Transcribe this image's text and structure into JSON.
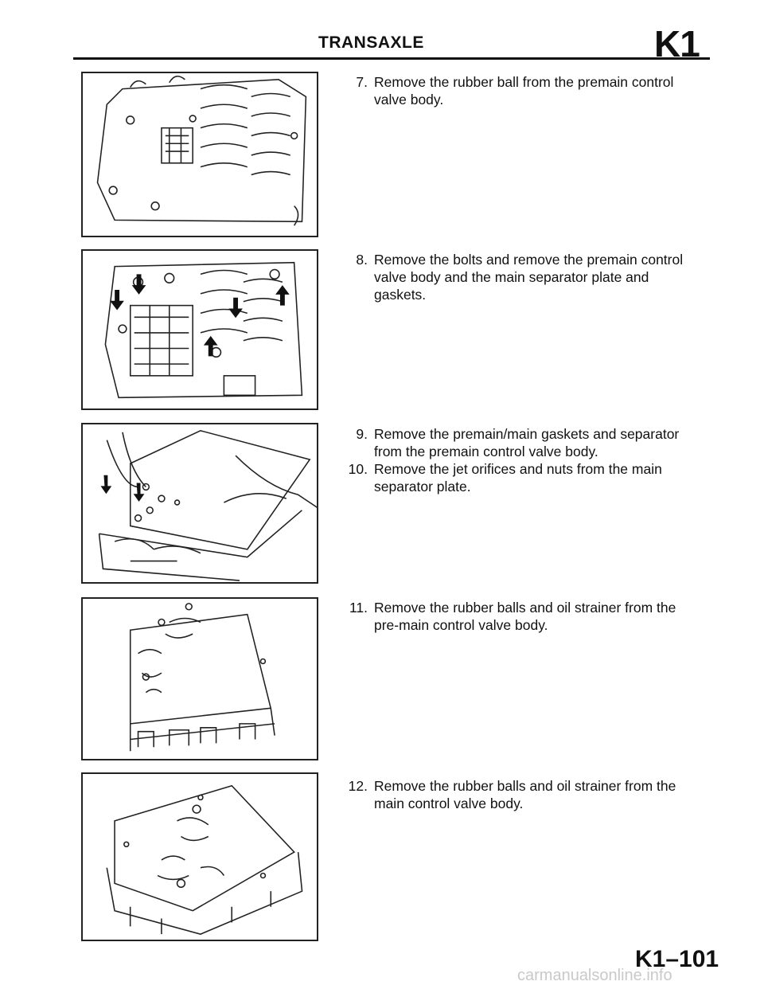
{
  "header": {
    "title": "TRANSAXLE",
    "code": "K1"
  },
  "steps": [
    {
      "num": "7.",
      "text": "Remove the rubber ball from the premain control valve body."
    },
    {
      "num": "8.",
      "text": "Remove the bolts and remove the premain control valve body and the main separator plate and gaskets."
    },
    {
      "num": "9.",
      "text": "Remove the premain/main gaskets and separator from the premain control valve body."
    },
    {
      "num": "10.",
      "text": "Remove the jet orifices and nuts from the main separator plate."
    },
    {
      "num": "11.",
      "text": "Remove the rubber balls and oil strainer from the pre-main control valve body."
    },
    {
      "num": "12.",
      "text": "Remove the rubber balls and oil strainer from the main control valve body."
    }
  ],
  "footer": {
    "page": "K1–101"
  },
  "watermark": "carmanualsonline.info"
}
